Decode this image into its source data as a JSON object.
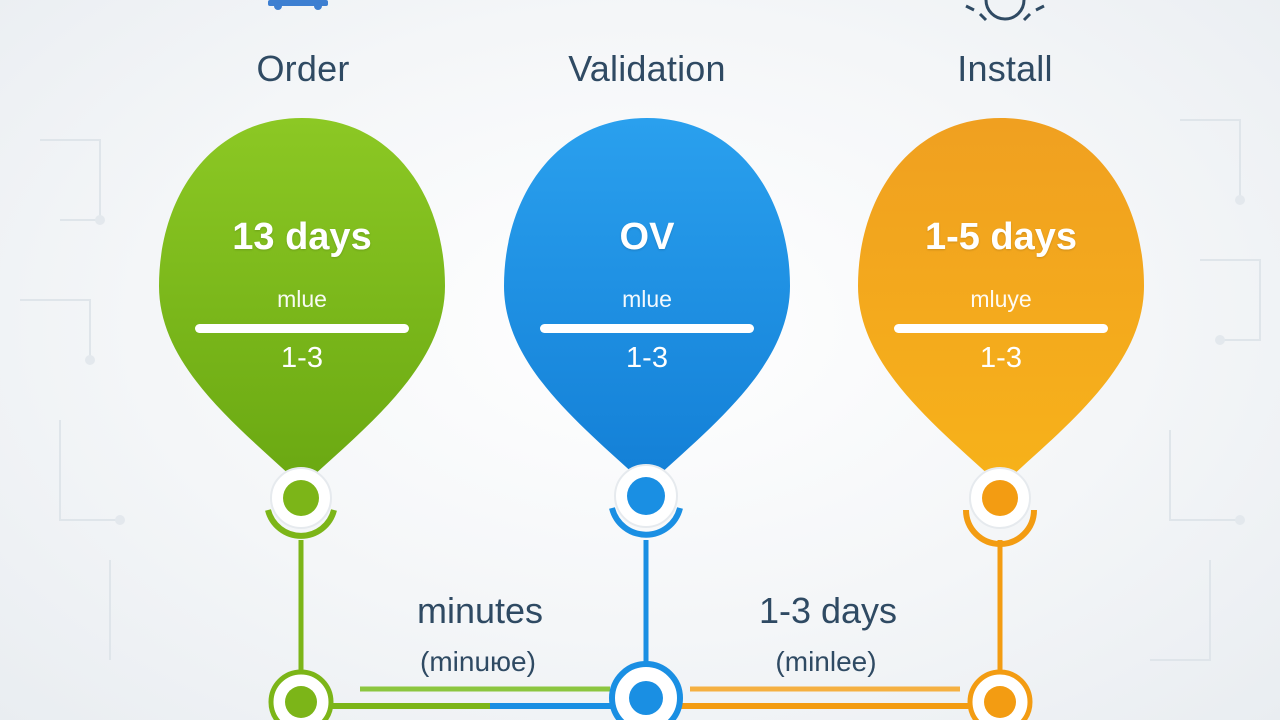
{
  "steps": [
    {
      "title": "Order",
      "main": "13 days",
      "sub": "mlue",
      "range": "1-3",
      "color": "#7cb518",
      "icon": "truck-icon"
    },
    {
      "title": "Validation",
      "main": "OV",
      "sub": "mlue",
      "range": "1-3",
      "color": "#1a8fe3",
      "icon": ""
    },
    {
      "title": "Install",
      "main": "1-5 days",
      "sub": "mluye",
      "range": "1-3",
      "color": "#f39c12",
      "icon": "lightbulb-icon"
    }
  ],
  "durations": [
    {
      "label": "minutes",
      "sub": "(minuюe)"
    },
    {
      "label": "1-3 days",
      "sub": "(minlee)"
    }
  ],
  "colors": {
    "green": "#7cb518",
    "blue": "#1a8fe3",
    "orange": "#f39c12",
    "text": "#2f4a63"
  }
}
